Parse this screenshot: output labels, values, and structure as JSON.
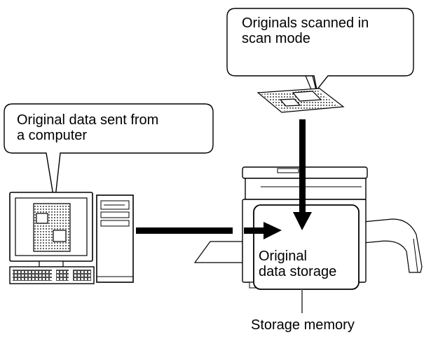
{
  "callouts": {
    "scanned_line1": "Originals scanned in",
    "scanned_line2": "scan mode",
    "computer_line1": "Original data sent from",
    "computer_line2": "a computer"
  },
  "storage_area": {
    "line1": "Original",
    "line2": "data storage"
  },
  "memory_label": "Storage memory"
}
